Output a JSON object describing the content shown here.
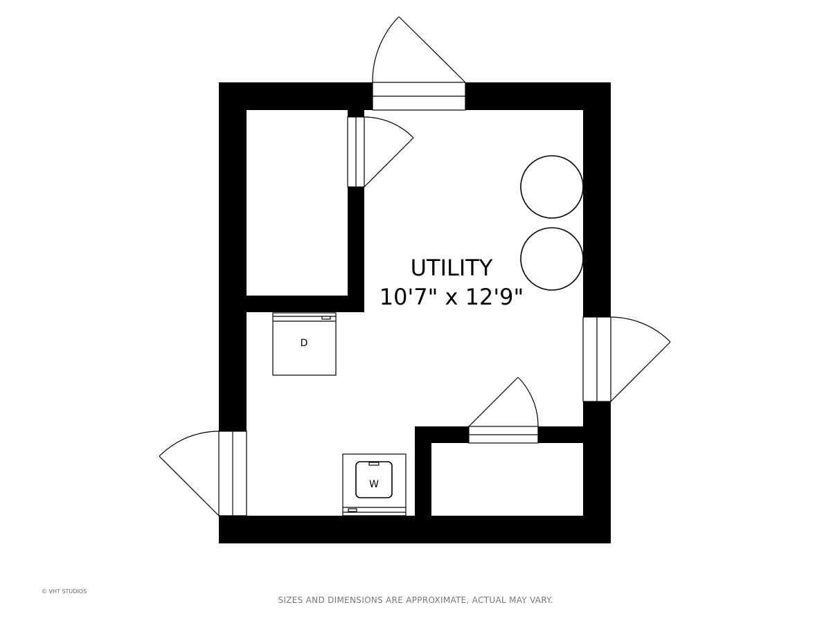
{
  "room": {
    "name": "UTILITY",
    "dimensions": "10'7\" x 12'9\""
  },
  "appliances": {
    "dryer_label": "D",
    "washer_label": "W"
  },
  "footer": {
    "credit": "© VHT STUDIOS",
    "disclaimer": "SIZES AND DIMENSIONS ARE APPROXIMATE, ACTUAL MAY VARY."
  }
}
